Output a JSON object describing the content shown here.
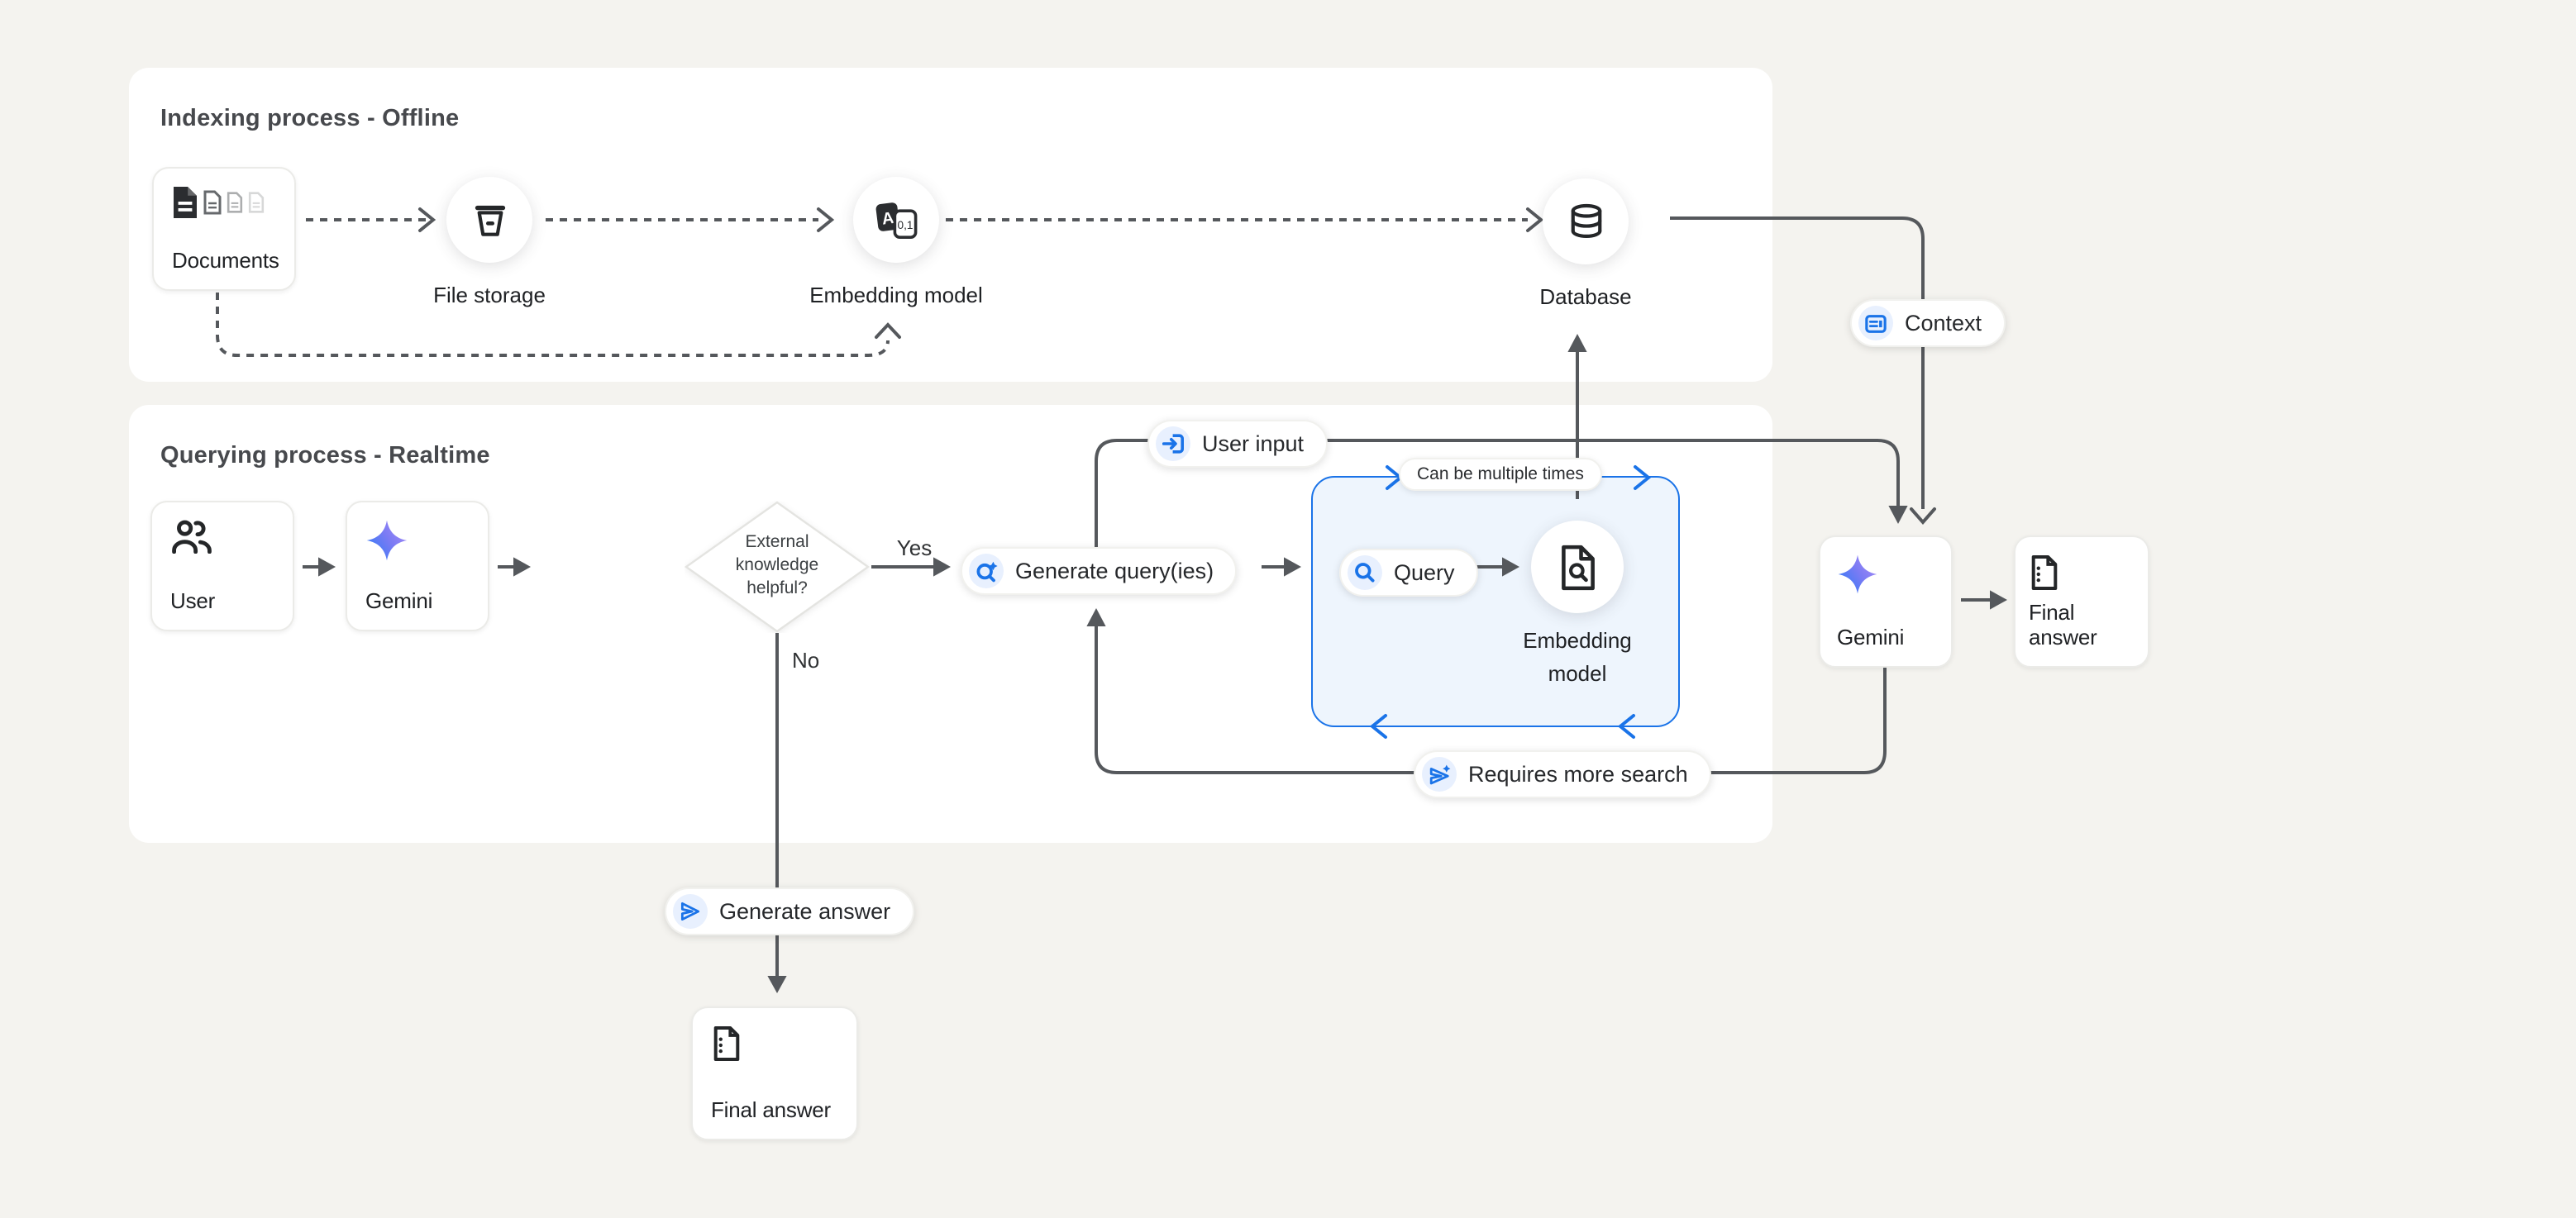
{
  "colors": {
    "page_bg": "#f4f3ef",
    "panel_bg": "#ffffff",
    "accent_blue": "#1a73e8",
    "icon_chip_bg": "#e8f0fe",
    "loop_box_fill": "#eef5fd",
    "connector_gray": "#55585c",
    "text_dark": "#1f2124",
    "title_gray": "#47494d"
  },
  "indexing_panel": {
    "title": "Indexing process - Offline",
    "nodes": {
      "documents": "Documents",
      "file_storage": "File storage",
      "embedding_model": "Embedding model",
      "database": "Database"
    }
  },
  "querying_panel": {
    "title": "Querying process - Realtime",
    "nodes": {
      "user": "User",
      "gemini": "Gemini",
      "decision": "External knowledge helpful?",
      "generate_queries": "Generate query(ies)",
      "query": "Query",
      "embedding_model": "Embedding model",
      "gemini_right": "Gemini",
      "final_answer_right": "Final answer",
      "final_answer_bottom": "Final answer"
    },
    "edge_labels": {
      "yes": "Yes",
      "no": "No",
      "user_input": "User input",
      "context": "Context",
      "requires_more_search": "Requires more search",
      "generate_answer": "Generate answer",
      "loop_note": "Can be multiple times"
    }
  },
  "icons": {
    "embedding_letter": "A",
    "embedding_digits": "0,1"
  }
}
